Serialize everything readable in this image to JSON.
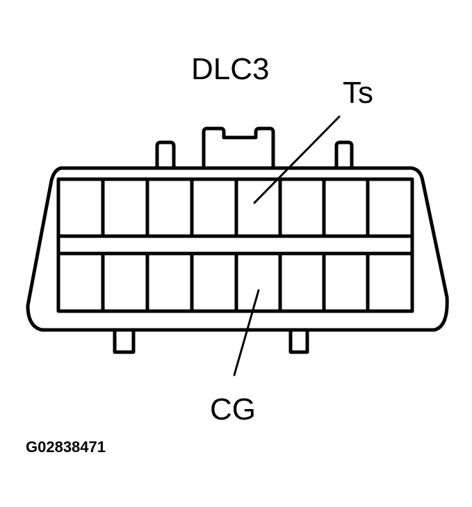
{
  "diagram": {
    "title": "DLC3",
    "connector": {
      "type": "16-pin diagnostic link connector",
      "rows": 2,
      "columns": 8
    },
    "callouts": [
      {
        "label": "Ts",
        "row": 1,
        "column": 5
      },
      {
        "label": "CG",
        "row": 2,
        "column": 5
      }
    ],
    "figure_id": "G02838471"
  }
}
